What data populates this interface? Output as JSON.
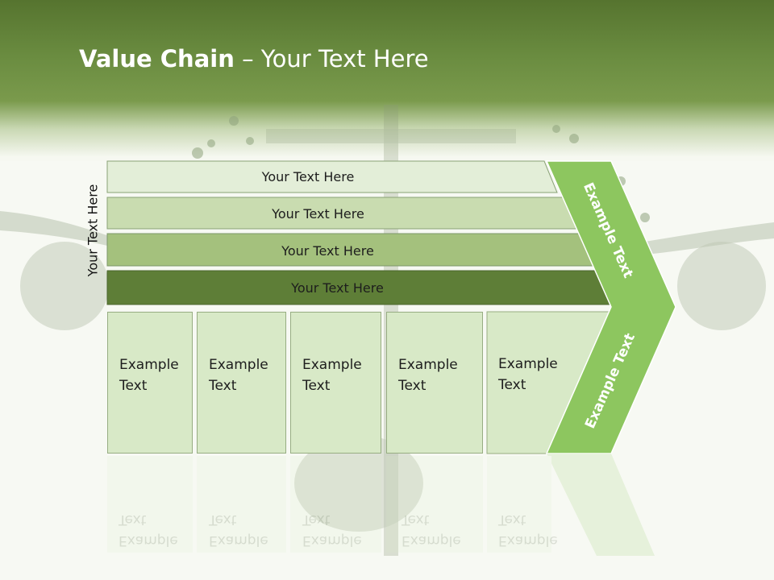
{
  "slide": {
    "title_bold": "Value Chain",
    "title_rest": " – Your Text Here"
  },
  "rows": [
    {
      "label": "Your Text Here"
    },
    {
      "label": "Your Text Here"
    },
    {
      "label": "Your Text Here"
    },
    {
      "label": "Your Text Here"
    }
  ],
  "vertical_label": "Your Text Here",
  "columns": [
    {
      "line1": "Example",
      "line2": "Text"
    },
    {
      "line1": "Example",
      "line2": "Text"
    },
    {
      "line1": "Example",
      "line2": "Text"
    },
    {
      "line1": "Example",
      "line2": "Text"
    },
    {
      "line1": "Example",
      "line2": "Text"
    }
  ],
  "chevron": {
    "top_label": "Example Text",
    "bottom_label": "Example Text"
  },
  "colors": {
    "header_green": "#6a8c40",
    "chevron_green": "#8dc65f",
    "row_1": "#e3eed8",
    "row_2": "#c9dcb0",
    "row_3": "#a4c17d",
    "row_4": "#5e7e37",
    "column_fill": "#d8e9c7"
  }
}
